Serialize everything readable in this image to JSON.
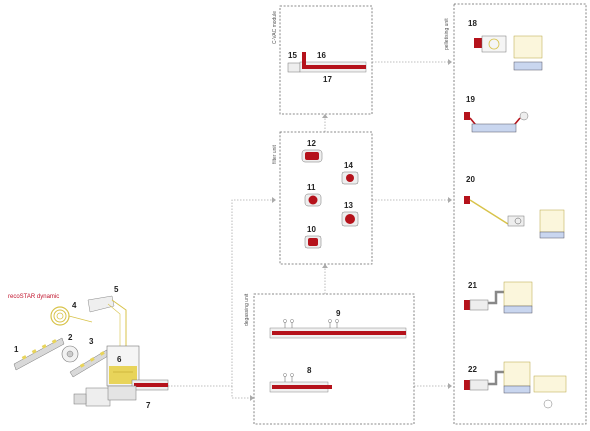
{
  "brand": {
    "name": "recoSTAR dynamic",
    "color": "#c0122b"
  },
  "units": {
    "cvac": {
      "label": "C-VAC module"
    },
    "filter": {
      "label": "filter unit"
    },
    "degassing": {
      "label": "degassing unit"
    },
    "pelletising": {
      "label": "pelletising unit"
    }
  },
  "steps": {
    "s1": "1",
    "s2": "2",
    "s3": "3",
    "s4": "4",
    "s5": "5",
    "s6": "6",
    "s7": "7",
    "s8": "8",
    "s9": "9",
    "s10": "10",
    "s11": "11",
    "s12": "12",
    "s13": "13",
    "s14": "14",
    "s15": "15",
    "s16": "16",
    "s17": "17",
    "s18": "18",
    "s19": "19",
    "s20": "20",
    "s21": "21",
    "s22": "22"
  },
  "colors": {
    "melt": "#b5121b",
    "material": "#e8d45a",
    "water": "#c9d6ef",
    "frame": "#666666"
  }
}
